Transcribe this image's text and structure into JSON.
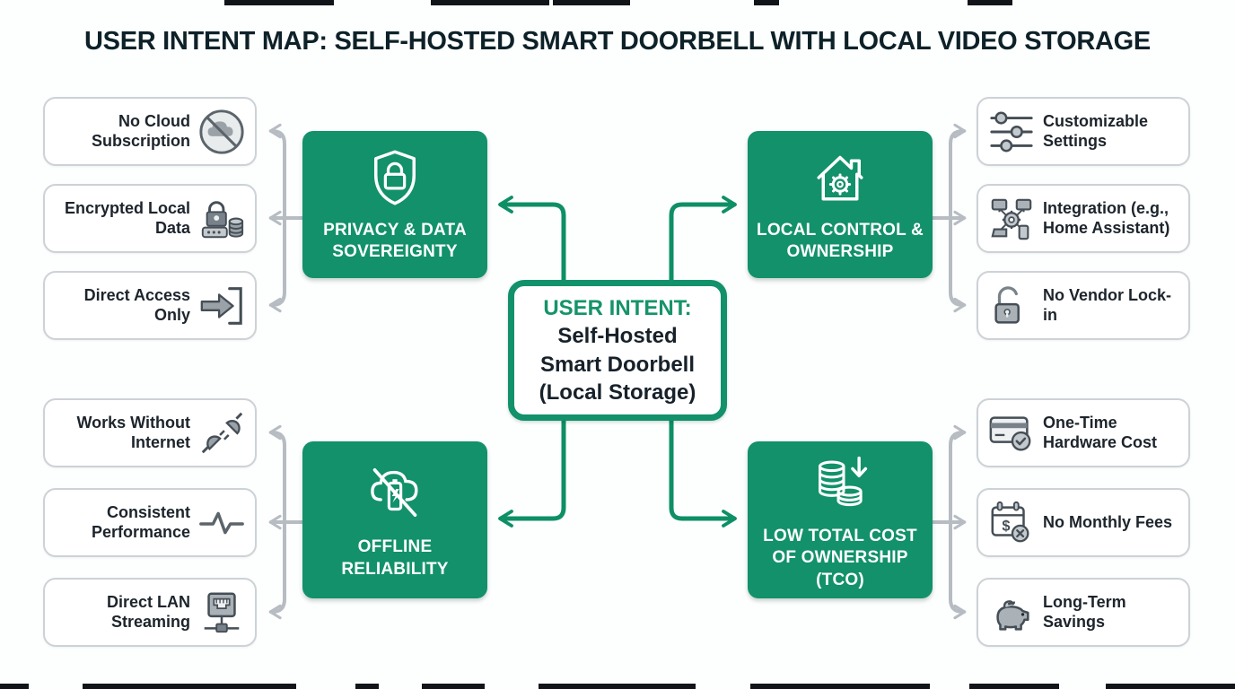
{
  "page": {
    "title": "USER INTENT MAP: SELF-HOSTED SMART DOORBELL WITH LOCAL VIDEO STORAGE"
  },
  "center": {
    "heading": "USER INTENT:",
    "line1": "Self-Hosted",
    "line2": "Smart Doorbell",
    "line3": "(Local Storage)"
  },
  "branches": [
    {
      "id": "privacy",
      "label": "PRIVACY & DATA SOVEREIGNTY",
      "icon": "shield-lock-icon",
      "leaves": [
        {
          "label": "No Cloud Subscription",
          "icon": "no-cloud-icon"
        },
        {
          "label": "Encrypted Local Data",
          "icon": "encrypted-data-icon"
        },
        {
          "label": "Direct Access Only",
          "icon": "direct-access-icon"
        }
      ]
    },
    {
      "id": "local-control",
      "label": "LOCAL CONTROL & OWNERSHIP",
      "icon": "house-gear-icon",
      "leaves": [
        {
          "label": "Customizable Settings",
          "icon": "sliders-icon"
        },
        {
          "label": "Integration (e.g., Home Assistant)",
          "icon": "integration-icon"
        },
        {
          "label": "No Vendor Lock-in",
          "icon": "open-lock-icon"
        }
      ]
    },
    {
      "id": "offline",
      "label": "OFFLINE RELIABILITY",
      "icon": "cloud-offline-battery-icon",
      "leaves": [
        {
          "label": "Works Without Internet",
          "icon": "unplugged-icon"
        },
        {
          "label": "Consistent Performance",
          "icon": "pulse-icon"
        },
        {
          "label": "Direct LAN Streaming",
          "icon": "ethernet-port-icon"
        }
      ]
    },
    {
      "id": "low-tco",
      "label": "LOW TOTAL COST OF OWNERSHIP (TCO)",
      "icon": "coins-down-arrow-icon",
      "leaves": [
        {
          "label": "One-Time Hardware Cost",
          "icon": "credit-card-check-icon"
        },
        {
          "label": "No Monthly Fees",
          "icon": "calendar-no-fee-icon"
        },
        {
          "label": "Long-Term Savings",
          "icon": "piggy-bank-icon"
        }
      ]
    }
  ],
  "colors": {
    "green": "#12916a",
    "title_text": "#0e2128",
    "body_text": "#1d242c",
    "leaf_border": "#cdd2d6",
    "connector_gray": "#b6bcc2",
    "connector_green": "#0e8f66",
    "icon_gray": "#9ba3a9",
    "icon_outline": "#454e56"
  }
}
